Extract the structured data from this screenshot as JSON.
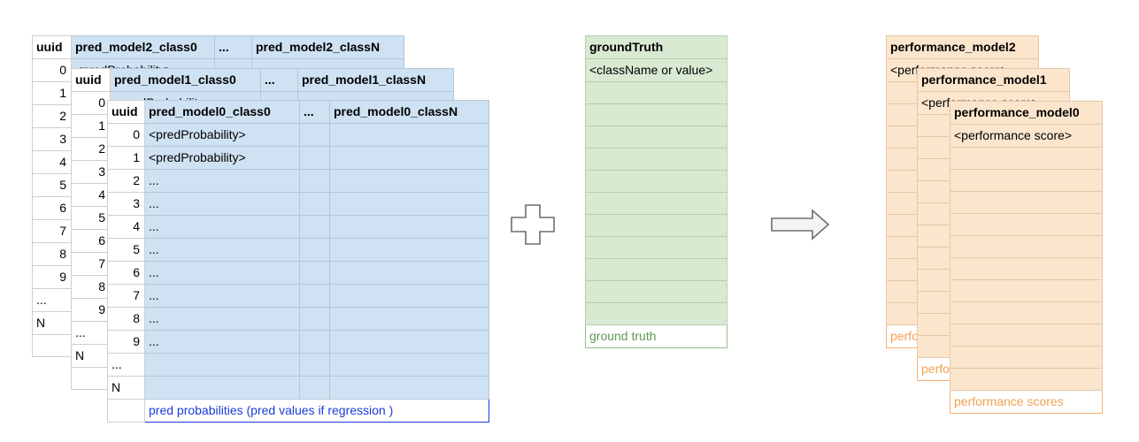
{
  "pred_tables": {
    "model2": {
      "uuid_header": "uuid",
      "class0_header": "pred_model2_class0",
      "ellipsis_header": "...",
      "classN_header": "pred_model2_classN",
      "row0_value": "<predProbability>",
      "row_index": [
        "0",
        "1",
        "2",
        "3",
        "4",
        "5",
        "6",
        "7",
        "8",
        "9",
        "...",
        "N"
      ]
    },
    "model1": {
      "uuid_header": "uuid",
      "class0_header": "pred_model1_class0",
      "ellipsis_header": "...",
      "classN_header": "pred_model1_classN",
      "row0_value": "<predProbability>",
      "row_index": [
        "0",
        "1",
        "2",
        "3",
        "4",
        "5",
        "6",
        "7",
        "8",
        "9",
        "...",
        "N"
      ]
    },
    "model0": {
      "uuid_header": "uuid",
      "class0_header": "pred_model0_class0",
      "ellipsis_header": "...",
      "classN_header": "pred_model0_classN",
      "row_index": [
        "0",
        "1",
        "2",
        "3",
        "4",
        "5",
        "6",
        "7",
        "8",
        "9",
        "...",
        "N"
      ],
      "values": [
        "<predProbability>",
        "<predProbability>",
        "...",
        "...",
        "...",
        "...",
        "...",
        "...",
        "...",
        "..."
      ]
    },
    "caption": "pred probabilities (pred values if regression )"
  },
  "ground_truth": {
    "header": "groundTruth",
    "row0_value": "<className or value>",
    "caption": "ground truth"
  },
  "performance_tables": {
    "model2": {
      "header": "performance_model2",
      "row0_value": "<performance score>",
      "caption": "performance scores"
    },
    "model1": {
      "header": "performance_model1",
      "row0_value": "<performance score>",
      "caption": "performance scores"
    },
    "model0": {
      "header": "performance_model0",
      "row0_value": "<performance score>",
      "caption": "performance scores"
    }
  },
  "colors": {
    "pred_fill": "#cfe2f3",
    "gt_fill": "#d9ead3",
    "perf_fill": "#fce5cd",
    "pred_caption": "#1a3cd6",
    "gt_caption": "#5e9c51",
    "perf_caption": "#f0a050"
  },
  "icons": {
    "plus": "plus-icon",
    "arrow": "arrow-right-icon"
  }
}
